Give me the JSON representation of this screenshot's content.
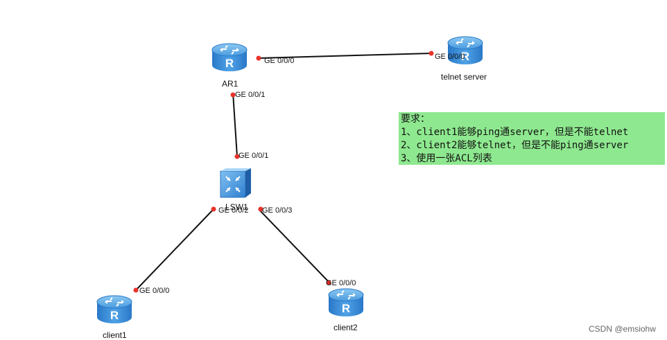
{
  "devices": {
    "ar1": "AR1",
    "telnet_server": "telnet server",
    "lsw1": "LSW1",
    "client1": "client1",
    "client2": "client2"
  },
  "ports": {
    "ar1_g000": "GE 0/0/0",
    "server_g000": "GE 0/0/0",
    "ar1_g001": "GE 0/0/1",
    "lsw1_g001": "GE 0/0/1",
    "lsw1_g002": "GE 0/0/2",
    "lsw1_g003": "GE 0/0/3",
    "client1_g000": "GE 0/0/0",
    "client2_g000": "GE 0/0/0"
  },
  "note": {
    "title": "要求：",
    "lines": [
      "1、client1能够ping通server，但是不能telnet",
      "2、client2能够telnet，但是不能ping通server",
      "3、使用一张ACL列表"
    ]
  },
  "watermark": "CSDN @emsiohw",
  "colors": {
    "router_blue": "#3a8fd6",
    "link": "#111111",
    "port_dot": "#e8322b",
    "note_bg": "#8ee88f"
  }
}
